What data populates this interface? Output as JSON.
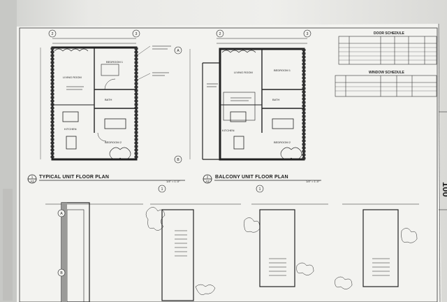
{
  "sheet": {
    "plans": [
      {
        "number": "1",
        "sheet_ref": "A2",
        "title": "TYPICAL UNIT FLOOR PLAN",
        "scale": "1/4\" = 1'-0\""
      },
      {
        "number": "2",
        "sheet_ref": "A2",
        "title": "BALCONY UNIT FLOOR PLAN",
        "scale": "1/4\" = 1'-0\""
      }
    ],
    "rooms": {
      "living": "LIVING ROOM",
      "bedroom1": "BEDROOM 1",
      "bedroom2": "BEDROOM 2",
      "bath": "BATH",
      "kitchen": "KITCHEN"
    },
    "door_schedule_title": "DOOR SCHEDULE",
    "window_schedule_title": "WINDOW SCHEDULE",
    "grid_bubbles": [
      "2",
      "3",
      "2",
      "3",
      "A",
      "B",
      "A",
      "B",
      "1",
      "1"
    ],
    "title_block_digits": "100"
  }
}
